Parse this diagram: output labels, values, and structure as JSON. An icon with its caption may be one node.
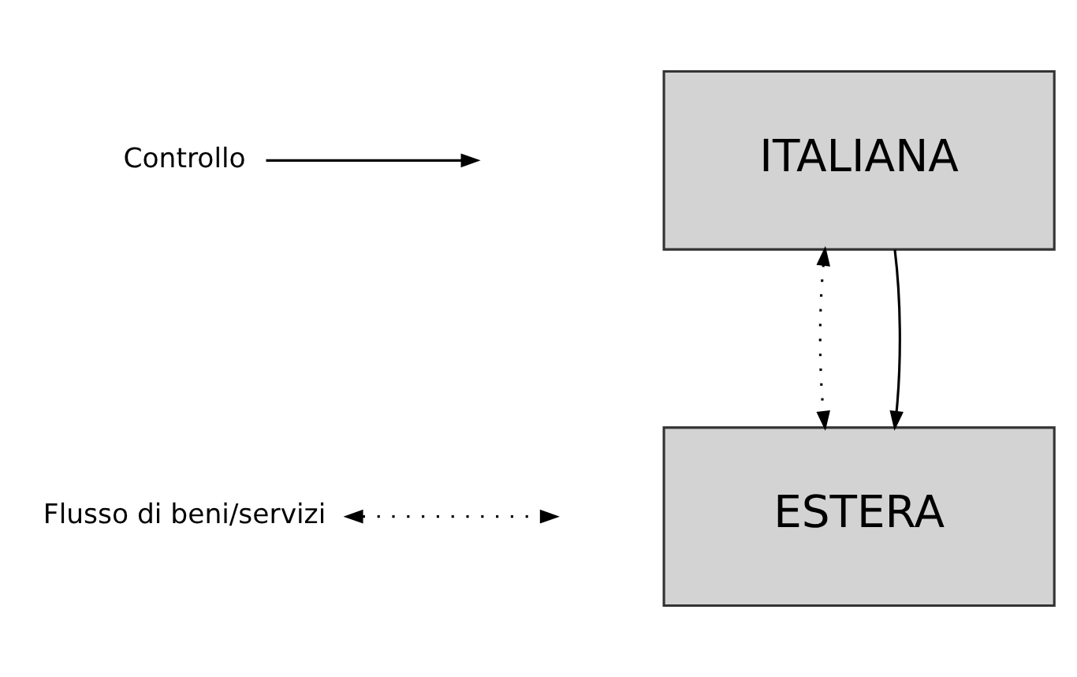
{
  "diagram": {
    "nodes": [
      {
        "text": [
          "ITALIANA"
        ]
      },
      {
        "text": [
          "ESTERA"
        ]
      }
    ],
    "edges": [
      {
        "from": 0,
        "to": 1,
        "arrow": "both",
        "style": "dashed"
      },
      {
        "from": 0,
        "to": 1,
        "arrow": "to"
      }
    ],
    "legend": [
      {
        "text": "Controllo"
      },
      {
        "text": "Flusso di beni/servizi"
      }
    ]
  }
}
